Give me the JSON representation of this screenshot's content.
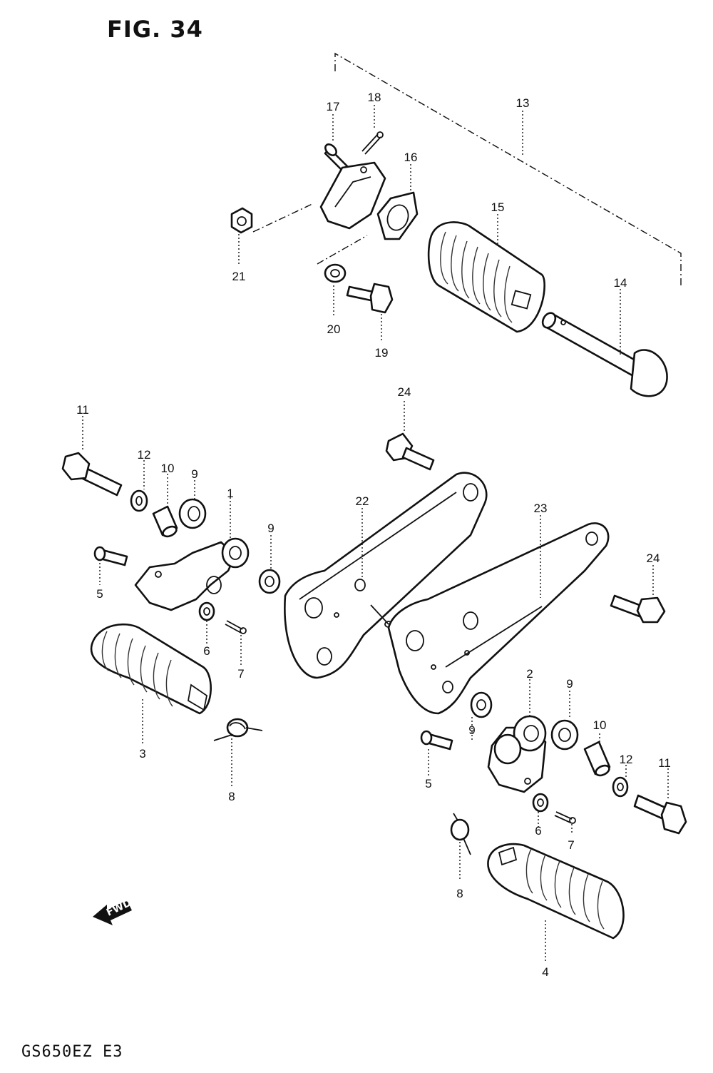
{
  "figure": {
    "title": "FIG. 34",
    "model_code": "GS650EZ  E3"
  },
  "fwd_arrow": {
    "label": "FWD",
    "icon": "fwd-arrow-icon"
  },
  "callouts": [
    "1",
    "2",
    "3",
    "4",
    "5",
    "5",
    "6",
    "6",
    "7",
    "7",
    "8",
    "8",
    "9",
    "9",
    "9",
    "9",
    "10",
    "10",
    "11",
    "11",
    "12",
    "12",
    "13",
    "14",
    "15",
    "16",
    "17",
    "18",
    "19",
    "20",
    "21",
    "22",
    "23",
    "24",
    "24"
  ]
}
